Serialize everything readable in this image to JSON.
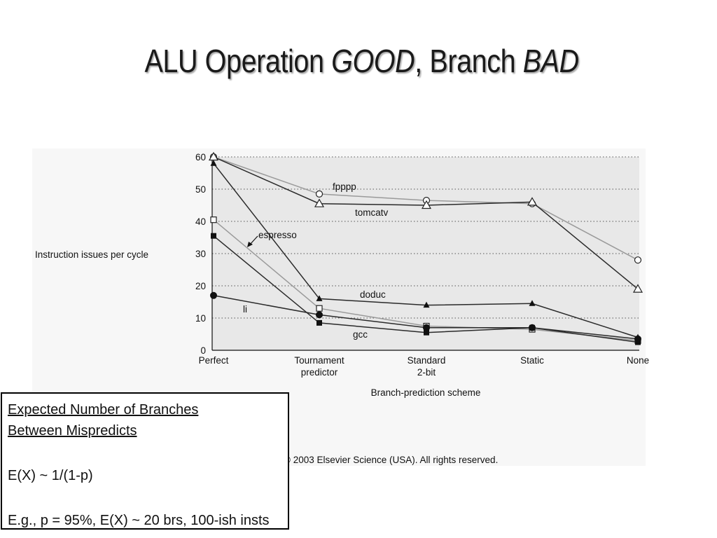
{
  "slide": {
    "title_part1": "ALU Operation ",
    "title_part2": "GOOD",
    "title_part3": ", Branch ",
    "title_part4": "BAD"
  },
  "chart_data": {
    "type": "line",
    "categories": [
      "Perfect",
      "Tournament\npredictor",
      "Standard\n2-bit",
      "Static",
      "None"
    ],
    "ylabel": "Instruction issues per cycle",
    "xlabel": "Branch-prediction scheme",
    "ylim": [
      0,
      60
    ],
    "yticks": [
      0,
      10,
      20,
      30,
      40,
      50,
      60
    ],
    "grid": true,
    "series": [
      {
        "name": "fpppp",
        "marker": "circle-open",
        "color": "#9a9a9a",
        "values": [
          60,
          48.5,
          46.5,
          45.5,
          28
        ]
      },
      {
        "name": "tomcatv",
        "marker": "triangle-open",
        "color": "#2a2a2a",
        "values": [
          60,
          45.5,
          45,
          46,
          19
        ]
      },
      {
        "name": "espresso",
        "marker": "square-open",
        "color": "#9a9a9a",
        "values": [
          40.5,
          13,
          7.5,
          6.5,
          3
        ]
      },
      {
        "name": "doduc",
        "marker": "triangle-filled",
        "color": "#2a2a2a",
        "values": [
          58,
          16,
          14,
          14.5,
          4
        ]
      },
      {
        "name": "li",
        "marker": "circle-filled",
        "color": "#2a2a2a",
        "values": [
          17,
          11,
          7,
          7,
          3.5
        ]
      },
      {
        "name": "gcc",
        "marker": "square-filled",
        "color": "#2a2a2a",
        "values": [
          35.5,
          8.5,
          5.5,
          7,
          2.5
        ]
      }
    ],
    "copyright": "© 2003 Elsevier Science (USA). All rights reserved."
  },
  "note": {
    "heading_line1": "Expected Number of Branches",
    "heading_line2": "Between Mispredicts",
    "formula": "E(X) ~ 1/(1-p)",
    "example": "E.g., p = 95%, E(X) ~ 20 brs, 100-ish insts"
  }
}
